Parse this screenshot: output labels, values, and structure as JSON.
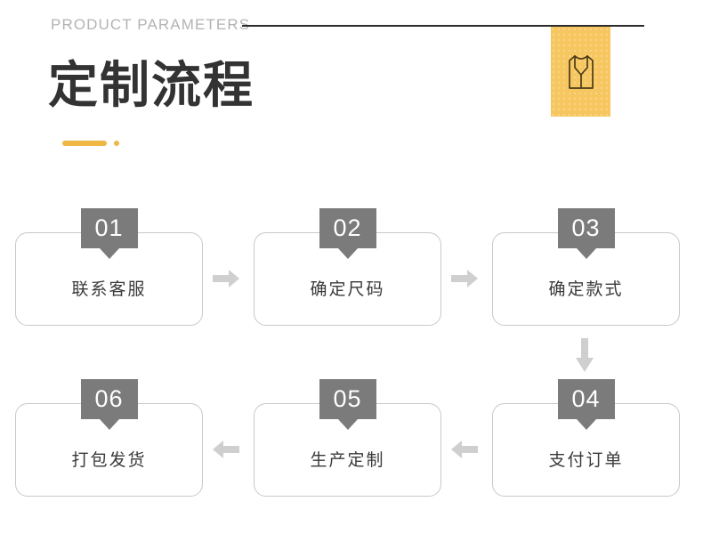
{
  "header": {
    "eyebrow": "PRODUCT PARAMETERS",
    "title": "定制流程",
    "rule_color": "#2b2b2b",
    "eyebrow_color": "#b3b3b3",
    "title_color": "#333333",
    "accent_color": "#efb743"
  },
  "garment_badge": {
    "icon": "blouse-icon",
    "panel_color": "#f6c760",
    "icon_color": "#4a3a17"
  },
  "flow": {
    "badge_color": "#7b7b7b",
    "box_border_color": "#c9c9c9",
    "arrow_color": "#cfcfcf",
    "steps": [
      {
        "number": "01",
        "label": "联系客服"
      },
      {
        "number": "02",
        "label": "确定尺码"
      },
      {
        "number": "03",
        "label": "确定款式"
      },
      {
        "number": "04",
        "label": "支付订单"
      },
      {
        "number": "05",
        "label": "生产定制"
      },
      {
        "number": "06",
        "label": "打包发货"
      }
    ],
    "connectors": [
      {
        "name": "arrow-01-to-02",
        "direction": "right"
      },
      {
        "name": "arrow-02-to-03",
        "direction": "right"
      },
      {
        "name": "arrow-03-to-04",
        "direction": "down"
      },
      {
        "name": "arrow-04-to-05",
        "direction": "left"
      },
      {
        "name": "arrow-05-to-06",
        "direction": "left"
      }
    ]
  }
}
